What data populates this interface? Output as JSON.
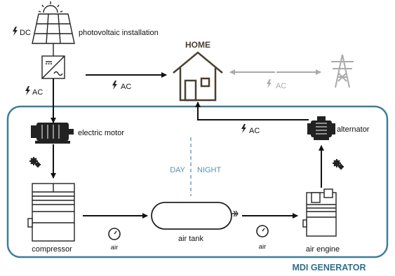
{
  "labels": {
    "dc": "DC",
    "photovoltaic": "photovoltaic installation",
    "home": "HOME",
    "ac_pv_motor": "AC",
    "ac_inverter_home": "AC",
    "ac_grid": "AC",
    "ac_alternator": "AC",
    "electric_motor": "electric motor",
    "alternator": "alternator",
    "day": "DAY",
    "night": "NIGHT",
    "compressor": "compressor",
    "air_tank": "air tank",
    "air_engine": "air engine",
    "air_gauge_left": "air",
    "air_gauge_right": "air",
    "mdi_generator": "MDI GENERATOR"
  },
  "colors": {
    "frame": "#3f7d99",
    "home_stroke": "#4a4030",
    "grid_grey": "#aaaaaa",
    "day_night": "#5d8fb5"
  }
}
